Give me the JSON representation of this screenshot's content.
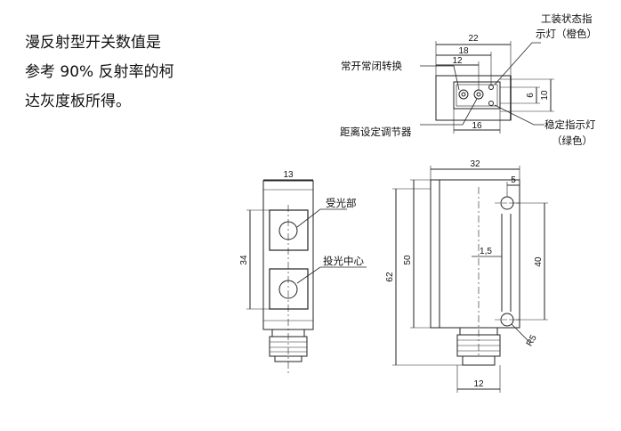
{
  "note": {
    "lines": [
      "漫反射型开关数值是",
      "参考 90% 反射率的柯",
      "达灰度板所得。"
    ]
  },
  "labels": {
    "work_status_1": "工装状态指",
    "work_status_2": "示灯（橙色）",
    "no_nc_switch": "常开常闭转换",
    "distance_adjust": "距离设定调节器",
    "stable_1": "稳定指示灯",
    "stable_2": "（绿色）",
    "receiver": "受光部",
    "emitter": "投光中心"
  },
  "dims": {
    "top_22": "22",
    "top_18": "18",
    "top_12": "12",
    "top_16": "16",
    "top_6": "6",
    "top_10": "10",
    "side_13": "13",
    "side_34": "34",
    "front_32": "32",
    "front_5": "5",
    "front_1_5": "1,5",
    "front_50": "50",
    "front_62": "62",
    "front_40": "40",
    "front_r5": "R5",
    "front_12": "12"
  },
  "colors": {
    "line": "#222222",
    "text": "#111111",
    "background": "#ffffff"
  }
}
